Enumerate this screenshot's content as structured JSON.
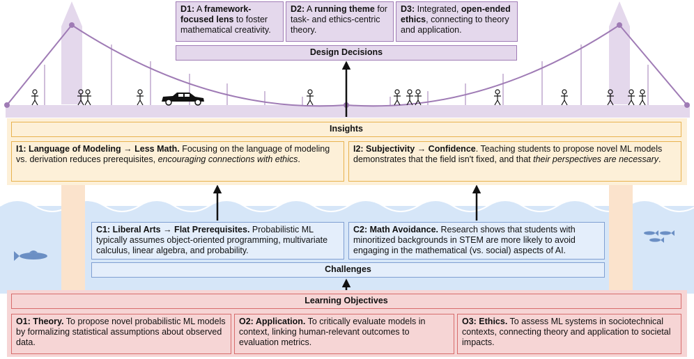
{
  "design": {
    "header": "Design Decisions",
    "d1": {
      "b1": "D1:",
      "t1": " A ",
      "b2": "framework-focused lens",
      "t2": " to foster mathematical creativity."
    },
    "d2": {
      "b1": "D2:",
      "t1": " A ",
      "b2": "running theme",
      "t2": " for task- and ethics-centric theory."
    },
    "d3": {
      "b1": "D3:",
      "t1": " Integrated, ",
      "b2": "open-ended ethics",
      "t2": ", connecting to theory and application."
    }
  },
  "insights": {
    "header": "Insights",
    "i1": {
      "b": "I1: Language of Modeling → Less Math.",
      "t": " Focusing on the language of modeling vs. derivation reduces prerequisites, ",
      "i": "encouraging connections with ethics",
      "e": "."
    },
    "i2": {
      "b": "I2: Subjectivity → Confidence",
      "t": ". Teaching students to propose novel ML models demonstrates that the field isn't fixed, and that ",
      "i": "their perspectives are necessary",
      "e": "."
    }
  },
  "challenges": {
    "header": "Challenges",
    "c1": {
      "b": "C1: Liberal Arts → Flat Prerequisites.",
      "t": " Probabilistic ML typically assumes object-oriented programming, multivariate calculus, linear algebra, and probability."
    },
    "c2": {
      "b": "C2: Math Avoidance.",
      "t": " Research shows that students with minoritized backgrounds in STEM are more likely to avoid engaging in the mathematical (vs. social) aspects of AI."
    }
  },
  "objectives": {
    "header": "Learning Objectives",
    "o1": {
      "b": "O1: Theory.",
      "t": " To propose novel probabilistic ML models by formalizing statistical assumptions about observed data."
    },
    "o2": {
      "b": "O2: Application.",
      "t": " To critically evaluate models in context, linking human-relevant outcomes to evaluation metrics."
    },
    "o3": {
      "b": "O3: Ethics.",
      "t": " To assess ML systems in sociotechnical contexts, connecting theory and application to societal impacts."
    }
  },
  "colors": {
    "purple_fill": "#e4d8ec",
    "purple_stroke": "#9f7bb5",
    "orange_fill": "#fdf0d8",
    "orange_stroke": "#e8b24e",
    "blue_fill": "#e4eefb",
    "blue_stroke": "#7f9fd2",
    "red_fill": "#f6d5d5",
    "red_stroke": "#d76c6c",
    "water": "#d6e6f8",
    "fish": "#6b8fc4"
  }
}
